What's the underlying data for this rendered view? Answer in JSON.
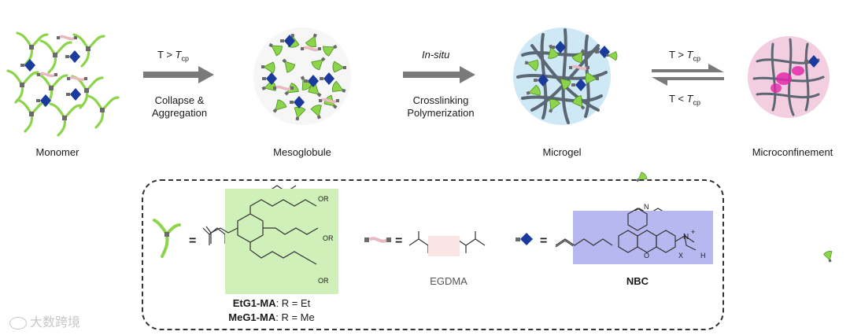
{
  "stages": {
    "monomer": "Monomer",
    "mesoglobule": "Mesoglobule",
    "microgel": "Microgel",
    "microconfinement": "Microconfinement"
  },
  "step1": {
    "condition_prefix": "T > ",
    "condition_var": "T",
    "condition_sub": "cp",
    "line1": "Collapse &",
    "line2": "Aggregation"
  },
  "step2": {
    "condition": "In-situ",
    "line1": "Crosslinking",
    "line2": "Polymerization"
  },
  "step3": {
    "forward_prefix": "T > ",
    "forward_var": "T",
    "forward_sub": "cp",
    "reverse_prefix": "T < ",
    "reverse_var": "T",
    "reverse_sub": "cp"
  },
  "legend": {
    "equals": "=",
    "monomer_r1": "OR",
    "monomer_r2": "OR",
    "monomer_r3": "OR",
    "etg1_name": "EtG1-MA",
    "etg1_rest": ": R = Et",
    "meg1_name": "MeG1-MA",
    "meg1_rest": ": R = Me",
    "crosslinker_name": "EGDMA",
    "dye_name": "NBC",
    "dye_counterion": "X",
    "dye_charge": "+",
    "dye_h": "H",
    "dye_n": "N",
    "dye_o": "O"
  },
  "watermark": "大数跨境",
  "colors": {
    "green": "#8cd44a",
    "dark_green": "#4a8f1f",
    "blue": "#1a3a9c",
    "gray": "#6b6b6b",
    "pink": "#e8b8c0",
    "monomer_shade": "#cff0b8",
    "crosslinker_shade": "#fbe4e4",
    "dye_shade": "#b8b8f0",
    "microgel_halo": "#cfe8f6",
    "microconfinement_halo": "#f3cde0",
    "magenta": "#e22aa8"
  }
}
